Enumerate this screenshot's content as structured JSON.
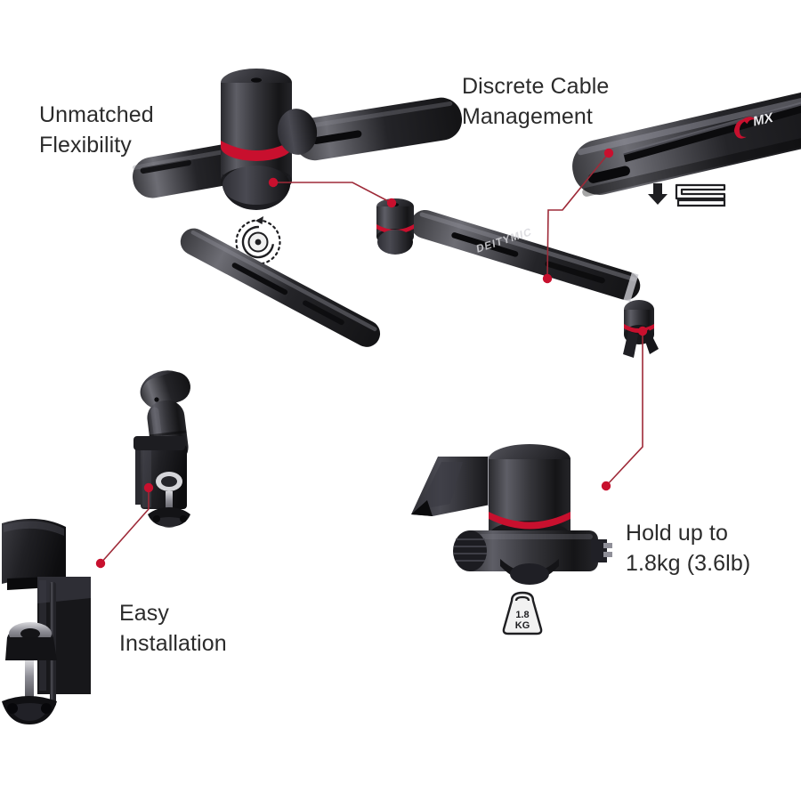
{
  "page": {
    "background_color": "#ffffff",
    "text_color": "#2b2b2b",
    "accent_color": "#c8102e",
    "leader_line_color": "#9e2a38",
    "product": "microphone boom arm"
  },
  "labels": {
    "flexibility": "Unmatched\nFlexibility",
    "cable": "Discrete Cable\nManagement",
    "hold": "Hold up to\n1.8kg (3.6lb)",
    "easy": "Easy\nInstallation"
  },
  "icons": {
    "rotation": {
      "name": "rotation-360-icon",
      "description": "circular dashed arrows around a hub"
    },
    "cable_insert": {
      "name": "cable-insert-icon",
      "description": "down arrow pressing a cable into an open channel"
    },
    "weight": {
      "name": "weight-capacity-icon",
      "value": "1.8",
      "unit": "KG"
    }
  },
  "callouts": [
    {
      "name": "flexibility-callout",
      "label_key": "flexibility",
      "detail": "rotating elbow joint with red accent ring",
      "dot_from": [
        307,
        205
      ],
      "dot_to": [
        440,
        228
      ]
    },
    {
      "name": "cable-callout",
      "label_key": "cable",
      "detail": "cable channel along the arm tube",
      "dot_from": [
        684,
        172
      ],
      "dot_to": [
        615,
        313
      ]
    },
    {
      "name": "hold-callout",
      "label_key": "hold",
      "detail": "microphone mount head holding up to 1.8kg",
      "dot_from": [
        722,
        372
      ],
      "dot_to": [
        681,
        546
      ]
    },
    {
      "name": "easy-callout",
      "label_key": "easy",
      "detail": "desk clamp with thumbscrew",
      "dot_from": [
        167,
        548
      ],
      "dot_to": [
        113,
        633
      ]
    }
  ]
}
